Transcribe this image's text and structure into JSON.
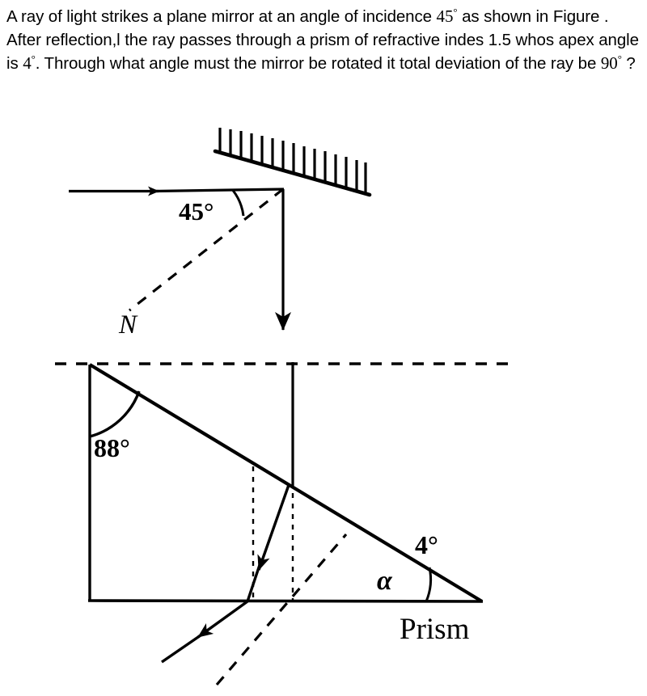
{
  "question": {
    "line1_a": "A ray of light strikes a plane mirror at an angle of incidence ",
    "line1_val": "45",
    "line1_b": " as shown in Figure . After reflection,l the ray passes through a prism of refractive indes 1.5 whos apex angle is ",
    "line2_val": "4",
    "line2_b": ". Through what angle must the mirror be rotated it total deviation of the ray be ",
    "line3_val": "90",
    "line3_b": " ?",
    "degree_symbol": "°",
    "full_text": "A ray of light strikes a plane mirror at an angle of incidence 45° as shown in Figure . After reflection,l the ray passes through a prism of refractive indes 1.5 whos apex angle is 4°. Through what angle must the mirror be rotated it total deviation of the ray be 90° ?"
  },
  "figure": {
    "mirror_diagram": {
      "incidence_angle_label": "45°",
      "normal_label": "N",
      "incident_ray_name": "incident-ray",
      "reflected_ray_name": "reflected-ray",
      "mirror_name": "plane-mirror"
    },
    "prism_diagram": {
      "top_angle_label": "88°",
      "apex_angle_label": "4°",
      "deviation_angle_label": "α",
      "prism_label": "Prism"
    }
  },
  "colors": {
    "ink": "#000000",
    "background": "#ffffff"
  }
}
